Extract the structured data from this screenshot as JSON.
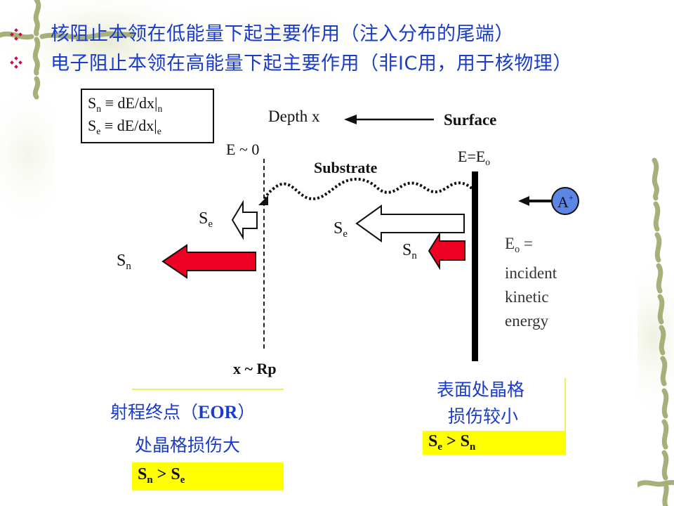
{
  "bullets": [
    {
      "icon": "diamond-cluster-bullet-icon",
      "text": "核阻止本领在低能量下起主要作用（注入分布的尾端）"
    },
    {
      "icon": "diamond-cluster-bullet-icon",
      "text": "电子阻止本领在高能量下起主要作用（非IC用，用于核物理）"
    }
  ],
  "definitions": {
    "sn": {
      "sym": "S",
      "sub": "n",
      "expr": " ≡ dE/dx|",
      "tail": "n"
    },
    "se": {
      "sym": "S",
      "sub": "e",
      "expr": " ≡ dE/dx|",
      "tail": "e"
    }
  },
  "diagram": {
    "depth_label": "Depth x",
    "surface_label": "Surface",
    "substrate_label": "Substrate",
    "e_zero_label": "E ~ 0",
    "e_eo_main": "E=E",
    "e_eo_sub": "o",
    "ion": {
      "letter": "A",
      "charge": "+",
      "color": "#5b86e5"
    },
    "eo_def": {
      "main": "E",
      "sub": "o",
      "eq": " =",
      "lines": [
        "incident",
        "kinetic",
        "energy"
      ]
    },
    "rp_label": "x ~ Rp",
    "left_arrows": {
      "se": {
        "sym": "S",
        "sub": "e"
      },
      "sn": {
        "sym": "S",
        "sub": "n"
      }
    },
    "right_arrows": {
      "se": {
        "sym": "S",
        "sub": "e"
      },
      "sn": {
        "sym": "S",
        "sub": "n"
      }
    },
    "colors": {
      "red_arrow": "#ee0022",
      "highlight": "#ffff00",
      "cn_text": "#1a3cc8"
    }
  },
  "notes": {
    "eor": {
      "line1_a": "射程终点（",
      "line1_b": "EOR",
      "line1_c": "）",
      "line2": "处晶格损伤大",
      "relation": {
        "a": "S",
        "a_sub": "n",
        "op": " > ",
        "b": "S",
        "b_sub": "e"
      }
    },
    "surface": {
      "line1": "表面处晶格",
      "line2": "损伤较小",
      "relation": {
        "a": "S",
        "a_sub": "e",
        "op": " > ",
        "b": "S",
        "b_sub": "n"
      }
    }
  }
}
